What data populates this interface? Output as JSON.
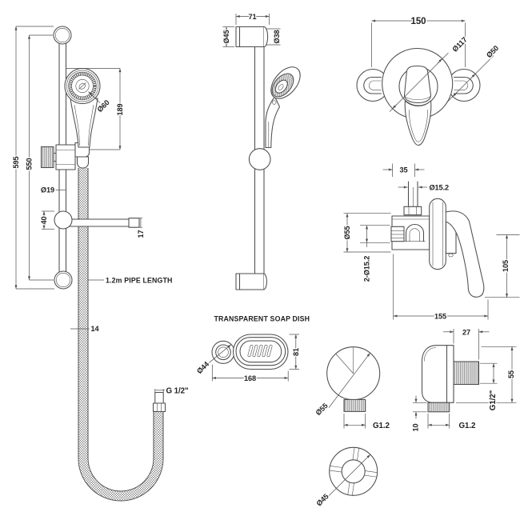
{
  "colors": {
    "line": "#4d4d4f",
    "text": "#221f20",
    "background": "#ffffff"
  },
  "views": {
    "rail_front": {
      "labels": {
        "total_height": "595",
        "center_height": "550",
        "rail_diameter": "Ø19",
        "holder_height": "40",
        "bar_end": "17",
        "head_diameter": "Ø60",
        "handset_length": "189",
        "pipe_length": "1.2m PIPE LENGTH",
        "hose_diameter": "14",
        "hose_thread": "G 1/2\""
      }
    },
    "rail_side": {
      "labels": {
        "bracket_depth": "71",
        "bracket_diameter": "Ø45",
        "rail_cap_diameter": "Ø38"
      }
    },
    "mixer_front": {
      "labels": {
        "width": "150",
        "body_diameter": "Ø117",
        "ear_diameter": "Ø50"
      }
    },
    "mixer_side": {
      "labels": {
        "top_width": "35",
        "inlet_diameter": "Ø15.2",
        "body_diameter": "Ø55",
        "holes": "2-Ø15.2",
        "lever_drop": "105",
        "total_length": "155"
      }
    },
    "soap_dish": {
      "labels": {
        "title": "TRANSPARENT SOAP DISH",
        "ring_diameter": "Ø44",
        "length": "168",
        "width": "81"
      }
    },
    "outlet_front": {
      "labels": {
        "diameter": "Ø55",
        "thread": "G1.2"
      }
    },
    "outlet_side": {
      "labels": {
        "thread_length": "27",
        "height": "55",
        "side_thread": "G1/2\"",
        "stub_height": "10",
        "bottom_thread": "G1.2"
      }
    },
    "outlet_top": {
      "labels": {
        "diameter": "Ø45"
      }
    }
  }
}
